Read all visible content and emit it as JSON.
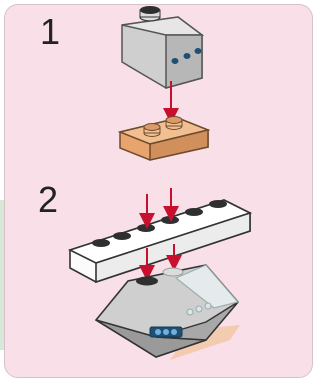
{
  "steps": [
    {
      "number": "1"
    },
    {
      "number": "2"
    }
  ],
  "colors": {
    "panel_background": "#f8dfe8",
    "slope_brick": "#c9c9c9",
    "orange_plate": "#e6a26a",
    "white_plate": "#ffffff",
    "arrow": "#c8102e",
    "screen_dots": "#2b6f9b"
  },
  "icons": {
    "arrow": "down-arrow-icon",
    "parts": [
      "slope-brick",
      "orange-plate",
      "white-plate",
      "control-panel-brick"
    ]
  }
}
